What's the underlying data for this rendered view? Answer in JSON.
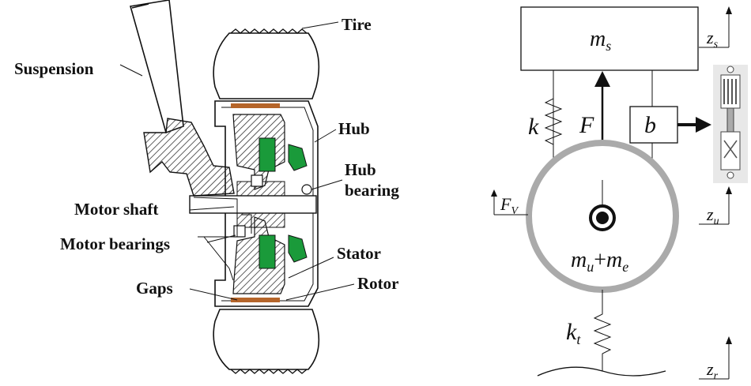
{
  "left_diagram": {
    "labels": {
      "tire": "Tire",
      "suspension": "Suspension",
      "hub": "Hub",
      "hub_bearing_line1": "Hub",
      "hub_bearing_line2": "bearing",
      "motor_shaft": "Motor shaft",
      "motor_bearings": "Motor bearings",
      "stator": "Stator",
      "gaps": "Gaps",
      "rotor": "Rotor"
    },
    "colors": {
      "magnet_green": "#1a9a3a",
      "rotor_copper": "#b5652a",
      "hatch": "#333333"
    }
  },
  "right_diagram": {
    "sprung_mass": {
      "base": "m",
      "sub": "s"
    },
    "spring_k": "k",
    "force": "F",
    "damper": "b",
    "wheel_mass": {
      "m1": "m",
      "s1": "u",
      "plus": "+",
      "m2": "m",
      "s2": "e"
    },
    "tire_spring": {
      "base": "k",
      "sub": "t"
    },
    "fv": {
      "base": "F",
      "sub": "V"
    },
    "z_s": {
      "base": "z",
      "sub": "s"
    },
    "z_u": {
      "base": "z",
      "sub": "u"
    },
    "z_r": {
      "base": "z",
      "sub": "r"
    },
    "colors": {
      "wheel_ring": "#aaaaaa",
      "hub_dot": "#111111"
    }
  }
}
